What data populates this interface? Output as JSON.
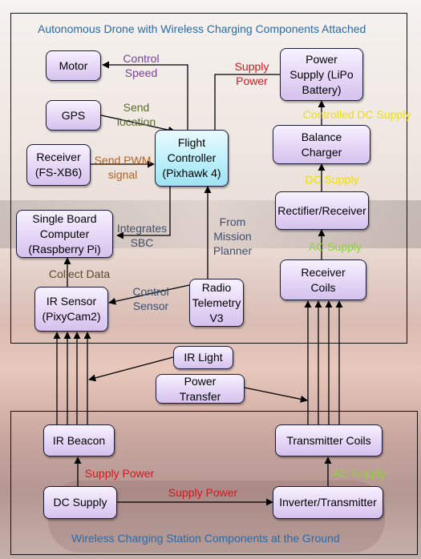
{
  "titles": {
    "drone": "Autonomous Drone with Wireless Charging Components Attached",
    "ground": "Wireless Charging Station Components at the Ground"
  },
  "boxes": {
    "motor": "Motor",
    "gps": "GPS",
    "receiver": "Receiver\n(FS-XB6)",
    "flight_controller": "Flight\nController\n(Pixhawk 4)",
    "sbc": "Single Board\nComputer\n(Raspberry Pi)",
    "ir_sensor": "IR Sensor\n(PixyCam2)",
    "radio": "Radio\nTelemetry\nV3",
    "power_supply": "Power\nSupply (LiPo\nBattery)",
    "balance_charger": "Balance\nCharger",
    "rectifier": "Rectifier/Receiver",
    "receiver_coils": "Receiver\nCoils",
    "ir_light": "IR Light",
    "power_transfer": "Power\nTransfer",
    "ir_beacon": "IR Beacon",
    "dc_supply": "DC Supply",
    "transmitter_coils": "Transmitter Coils",
    "inverter": "Inverter/Transmitter"
  },
  "labels": {
    "control_speed": "Control\nSpeed",
    "send_location": "Send\nlocation",
    "send_pwm": "Send PWM\nsignal",
    "integrates_sbc": "Integrates\nSBC",
    "collect_data": "Collect Data",
    "control_sensor": "Control\nSensor",
    "from_mission": "From\nMission\nPlanner",
    "supply_power_top": "Supply\nPower",
    "controlled_dc": "Controlled DC Supply",
    "dc_supply_lbl": "DC Supply",
    "ac_supply_top": "AC Supply",
    "supply_power_beacon": "Supply Power",
    "supply_power_ground": "Supply Power",
    "ac_supply_bottom": "AC Supply"
  },
  "colors": {
    "purple": "#7a3fa0",
    "olive": "#5d6b2e",
    "brown": "#b0622a",
    "slate": "#3d4f6e",
    "red": "#e0141a",
    "yellow": "#f0e000",
    "green": "#8fd13a",
    "title_blue": "#2b6aa6"
  }
}
